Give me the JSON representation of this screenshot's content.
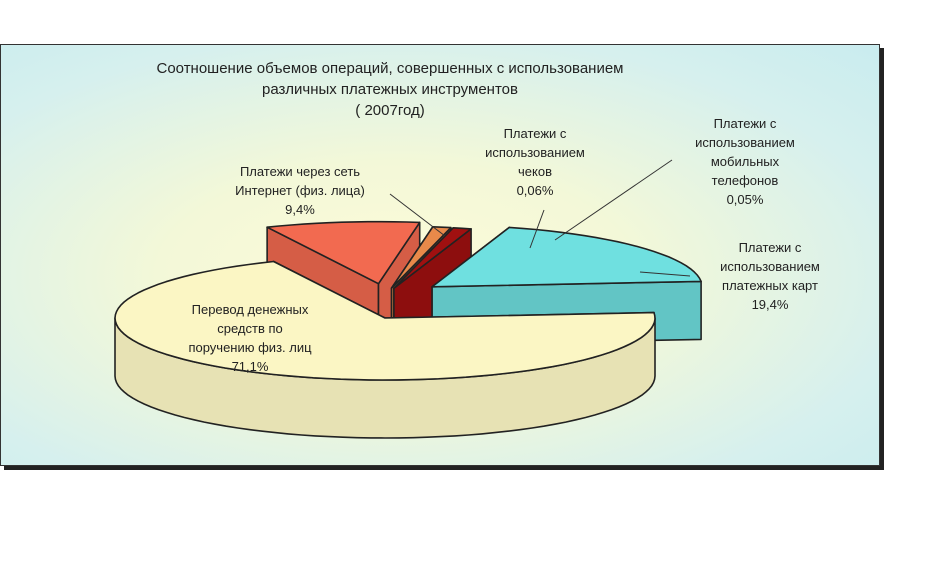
{
  "chart_data": {
    "type": "pie",
    "title_lines": [
      "Соотношение объемов операций, совершенных с использованием",
      "различных платежных инструментов",
      "( 2007год)"
    ],
    "slices": [
      {
        "label_lines": [
          "Перевод денежных",
          "средств по",
          "поручению физ. лиц"
        ],
        "value": 71.1,
        "value_label": "71,1%",
        "color": "#fbf6c4"
      },
      {
        "label_lines": [
          "Платежи через сеть",
          "Интернет (физ. лица)"
        ],
        "value": 9.4,
        "value_label": "9,4%",
        "color": "#f26a50"
      },
      {
        "label_lines": [
          "Платежи с",
          "использованием",
          "чеков"
        ],
        "value": 0.06,
        "value_label": "0,06%",
        "color": "#e8894a"
      },
      {
        "label_lines": [
          "Платежи с",
          "использованием",
          "мобильных",
          "телефонов"
        ],
        "value": 0.05,
        "value_label": "0,05%",
        "color": "#a01010"
      },
      {
        "label_lines": [
          "Платежи с",
          "использованием",
          "платежных карт"
        ],
        "value": 19.4,
        "value_label": "19,4%",
        "color": "#6fe0e0"
      }
    ],
    "legend": "none",
    "style": "3d-exploded"
  }
}
